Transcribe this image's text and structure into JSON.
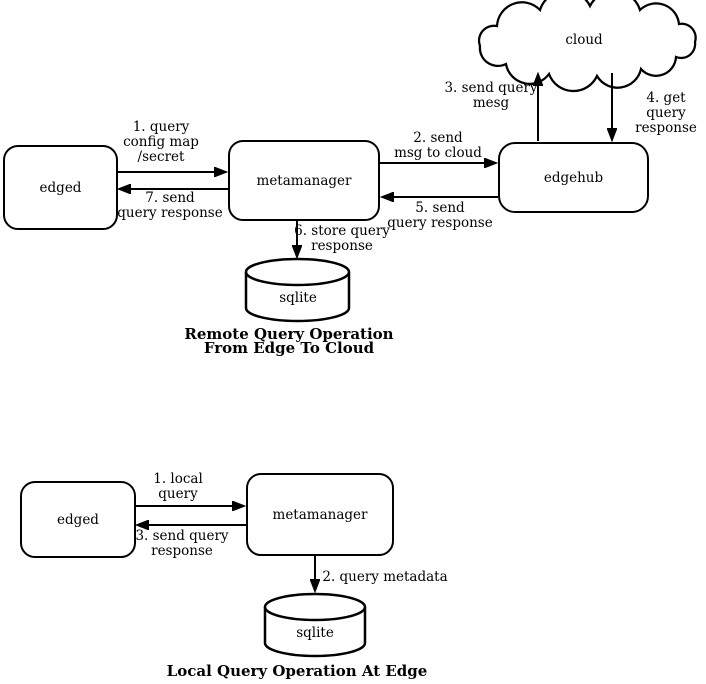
{
  "colors": {
    "line": "#000000",
    "background": "#ffffff",
    "text": "#000000"
  },
  "remote_diagram": {
    "caption": "Remote Query Operation\nFrom Edge To Cloud",
    "nodes": {
      "edged": "edged",
      "metamanager": "metamanager",
      "edgehub": "edgehub",
      "cloud": "cloud",
      "sqlite": "sqlite"
    },
    "edges": {
      "query_config": "1. query\nconfig map\n/secret",
      "send_msg_cloud": "2. send\nmsg to cloud",
      "send_query_mesg": "3. send query\nmesg",
      "get_query_response": "4. get query\nresponse",
      "send_query_response_hub": "5. send\nquery response",
      "store_query_response": "6. store query\nresponse",
      "send_query_response_edged": "7. send\nquery response"
    }
  },
  "local_diagram": {
    "caption": "Local Query Operation At Edge",
    "nodes": {
      "edged": "edged",
      "metamanager": "metamanager",
      "sqlite": "sqlite"
    },
    "edges": {
      "local_query": "1. local\nquery",
      "query_metadata": "2. query metadata",
      "send_query_response": "3. send query\nresponse"
    }
  }
}
